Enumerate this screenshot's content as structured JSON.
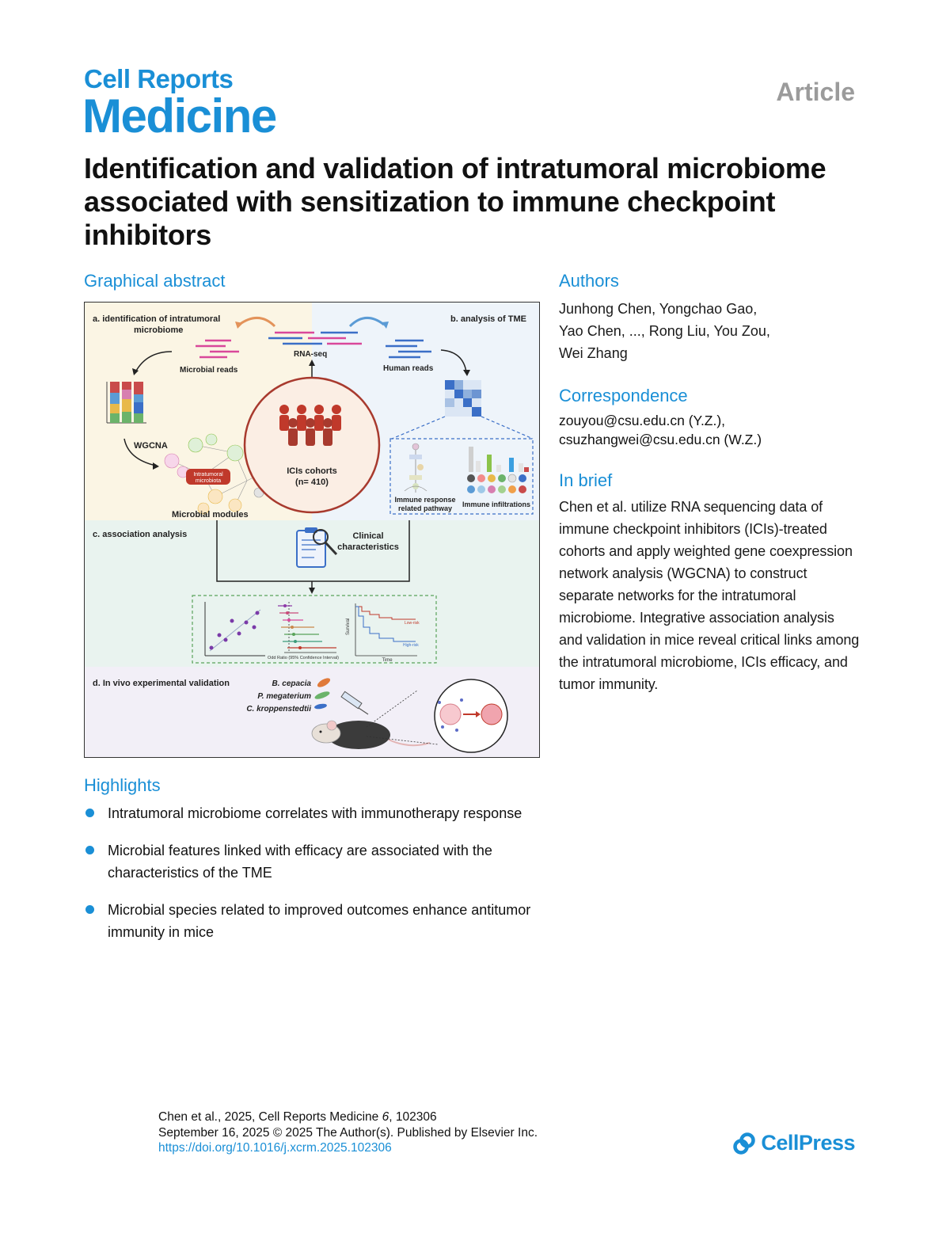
{
  "journal": {
    "line1": "Cell Reports",
    "line2": "Medicine"
  },
  "article_type": "Article",
  "title": "Identification and validation of intratumoral microbiome associated with sensitization to immune checkpoint inhibitors",
  "graphical_abstract": {
    "heading": "Graphical abstract",
    "panel_a": {
      "line1": "a. identification of intratumoral",
      "line2": "microbiome"
    },
    "panel_b": "b. analysis of TME",
    "panel_c": "c. association analysis",
    "panel_d": "d. In vivo experimental validation",
    "rna_seq": "RNA-seq",
    "microbial_reads": "Microbial reads",
    "human_reads": "Human reads",
    "wgcna": "WGCNA",
    "intratumoral_line1": "Intratumoral",
    "intratumoral_line2": "microbiota",
    "microbial_modules": "Microbial modules",
    "cohort_line1": "ICIs cohorts",
    "cohort_line2": "(n= 410)",
    "immune_pathway_line1": "Immune response",
    "immune_pathway_line2": "related pathway",
    "immune_infiltrations": "Immune infiltrations",
    "clinical_line1": "Clinical",
    "clinical_line2": "characteristics",
    "odds_axis": "Odd Ratio (95% Confidence Interval)",
    "survival_axis": "Survival",
    "time_axis": "Time",
    "low_risk": "Low-risk",
    "high_risk": "High-risk",
    "species": [
      "B. cepacia",
      "P. megaterium",
      "C. kroppenstedtii"
    ]
  },
  "authors": {
    "heading": "Authors",
    "lines": [
      "Junhong Chen, Yongchao Gao,",
      "Yao Chen, ..., Rong Liu, You Zou,",
      "Wei Zhang"
    ]
  },
  "correspondence": {
    "heading": "Correspondence",
    "lines": [
      "zouyou@csu.edu.cn (Y.Z.),",
      "csuzhangwei@csu.edu.cn (W.Z.)"
    ]
  },
  "in_brief": {
    "heading": "In brief",
    "text": "Chen et al. utilize RNA sequencing data of immune checkpoint inhibitors (ICIs)-treated cohorts and apply weighted gene coexpression network analysis (WGCNA) to construct separate networks for the intratumoral microbiome. Integrative association analysis and validation in mice reveal critical links among the intratumoral microbiome, ICIs efficacy, and tumor immunity."
  },
  "highlights": {
    "heading": "Highlights",
    "items": [
      "Intratumoral microbiome correlates with immunotherapy response",
      "Microbial features linked with efficacy are associated with the characteristics of the TME",
      "Microbial species related to improved outcomes enhance antitumor immunity in mice"
    ]
  },
  "footer": {
    "citation_prefix": "Chen et al., 2025, Cell Reports Medicine ",
    "volume": "6",
    "citation_suffix": ", 102306",
    "date_line": "September 16, 2025 © 2025 The Author(s). Published by Elsevier Inc.",
    "doi": "https://doi.org/10.1016/j.xcrm.2025.102306"
  },
  "publisher": "CellPress",
  "colors": {
    "accent": "#1a8fd6",
    "article_tag": "#9b9b9b"
  }
}
